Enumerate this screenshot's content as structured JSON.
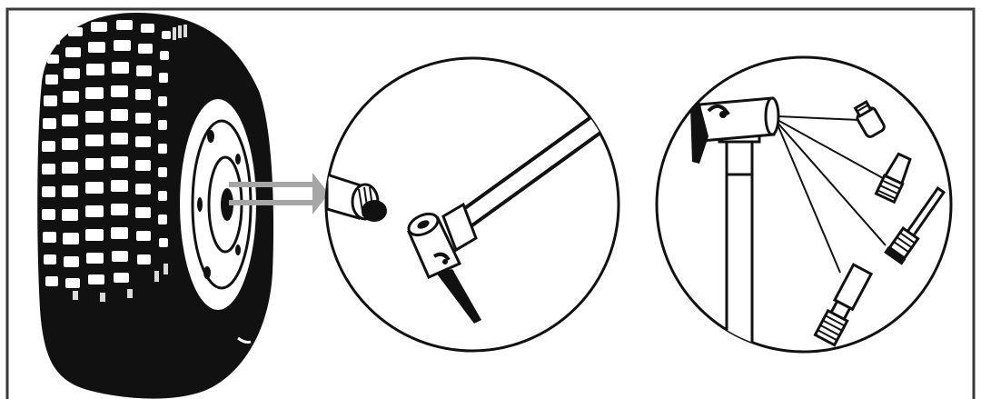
{
  "figure": {
    "panels": [
      {
        "id": "tire",
        "depicts": "car-tire-with-valve-stem"
      },
      {
        "id": "valve-detail",
        "depicts": "valve-stem-and-lever-chuck"
      },
      {
        "id": "adapters",
        "depicts": "chuck-with-accessory-adapters"
      }
    ],
    "adapter_count": 4,
    "colors": {
      "ink": "#111111",
      "arrow": "#a6a6a6",
      "frame": "#3a3a3a",
      "background": "#ffffff"
    }
  }
}
